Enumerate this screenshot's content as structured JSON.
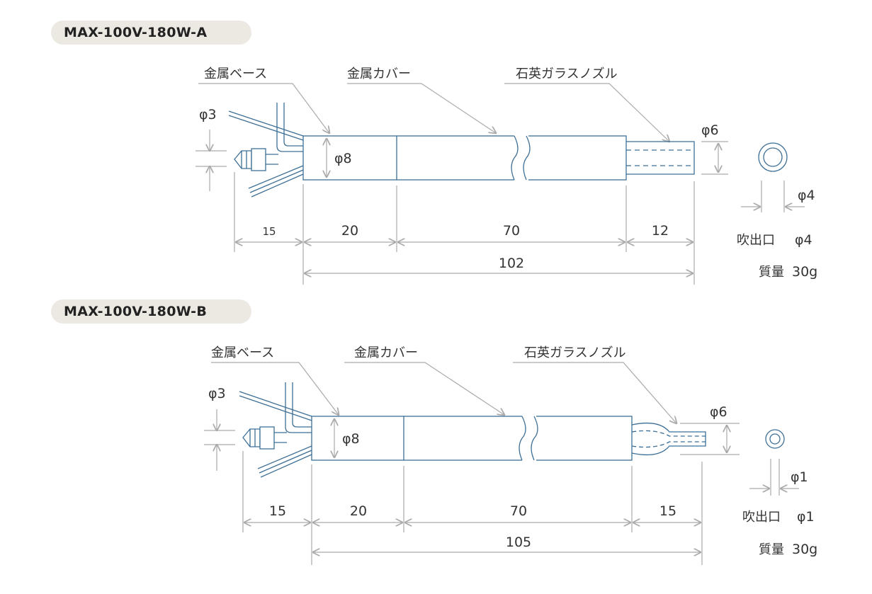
{
  "models": [
    {
      "model": "MAX-100V-180W-A",
      "labels": {
        "base": "金属ベース",
        "cover": "金属カバー",
        "nozzle": "石英ガラスノズル"
      },
      "diameters": {
        "tube": "φ3",
        "body": "φ8",
        "nozzle": "φ6",
        "outlet_ring": "φ4"
      },
      "dimensions": {
        "tube_length": "15",
        "base_length": "20",
        "cover_length": "70",
        "nozzle_length": "12",
        "total_length": "102"
      },
      "outlet": {
        "label": "吹出口",
        "value": "φ4"
      },
      "mass": {
        "label": "質量",
        "value": "30g"
      }
    },
    {
      "model": "MAX-100V-180W-B",
      "labels": {
        "base": "金属ベース",
        "cover": "金属カバー",
        "nozzle": "石英ガラスノズル"
      },
      "diameters": {
        "tube": "φ3",
        "body": "φ8",
        "nozzle": "φ6",
        "outlet_ring": "φ1"
      },
      "dimensions": {
        "tube_length": "15",
        "base_length": "20",
        "cover_length": "70",
        "nozzle_length": "15",
        "total_length": "105"
      },
      "outlet": {
        "label": "吹出口",
        "value": "φ1"
      },
      "mass": {
        "label": "質量",
        "value": "30g"
      }
    }
  ],
  "colors": {
    "outline": "#3d6f96",
    "dimension": "#aaaaaa",
    "badge_bg": "#ece9e2",
    "text": "#333333"
  }
}
